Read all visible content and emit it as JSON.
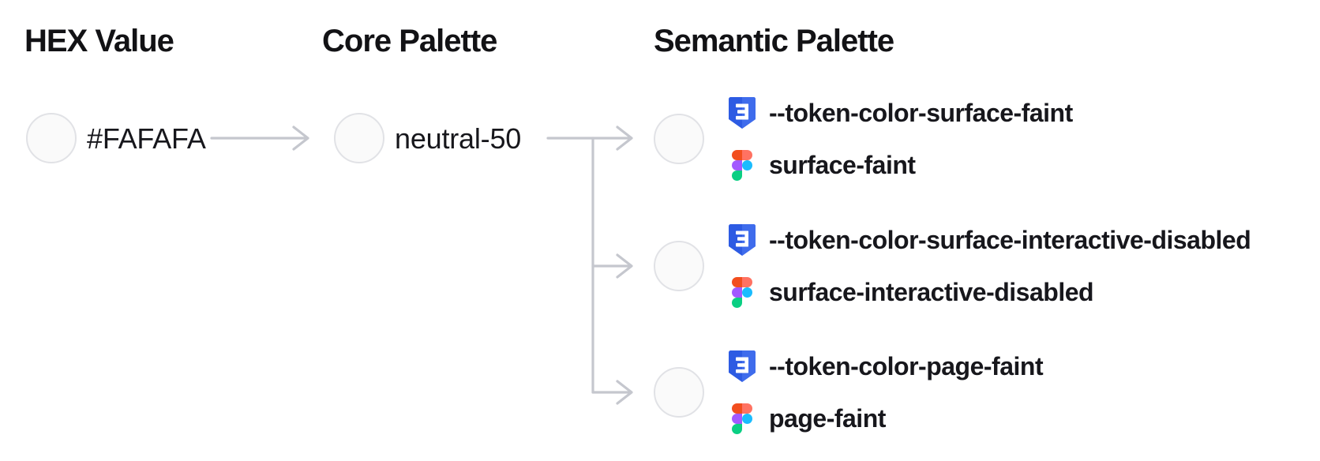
{
  "columns": {
    "hex": {
      "title": "HEX Value"
    },
    "core": {
      "title": "Core Palette"
    },
    "semantic": {
      "title": "Semantic Palette"
    }
  },
  "hex_value": {
    "label": "#FAFAFA",
    "swatch_color": "#FAFAFA"
  },
  "core_token": {
    "label": "neutral-50",
    "swatch_color": "#FAFAFA"
  },
  "semantic_tokens": [
    {
      "css_variable": "--token-color-surface-faint",
      "figma_token": "surface-faint",
      "swatch_color": "#FAFAFA"
    },
    {
      "css_variable": "--token-color-surface-interactive-disabled",
      "figma_token": "surface-interactive-disabled",
      "swatch_color": "#FAFAFA"
    },
    {
      "css_variable": "--token-color-page-faint",
      "figma_token": "page-faint",
      "swatch_color": "#FAFAFA"
    }
  ],
  "icons": {
    "css": "css3-shield-icon",
    "figma": "figma-logo-icon"
  },
  "colors": {
    "heading_text": "#121215",
    "label_text": "#17171C",
    "swatch_fill": "#FAFAFA",
    "swatch_border": "#E1E2E6",
    "connector_gray": "#C5C7CE",
    "css_icon_blue": "#2D5BE3",
    "css_icon_blue_light": "#3F6CEC",
    "figma_red": "#F24E1E",
    "figma_salmon": "#FF7262",
    "figma_purple": "#A259FF",
    "figma_blue": "#1ABCFE",
    "figma_green": "#0ACF83"
  }
}
